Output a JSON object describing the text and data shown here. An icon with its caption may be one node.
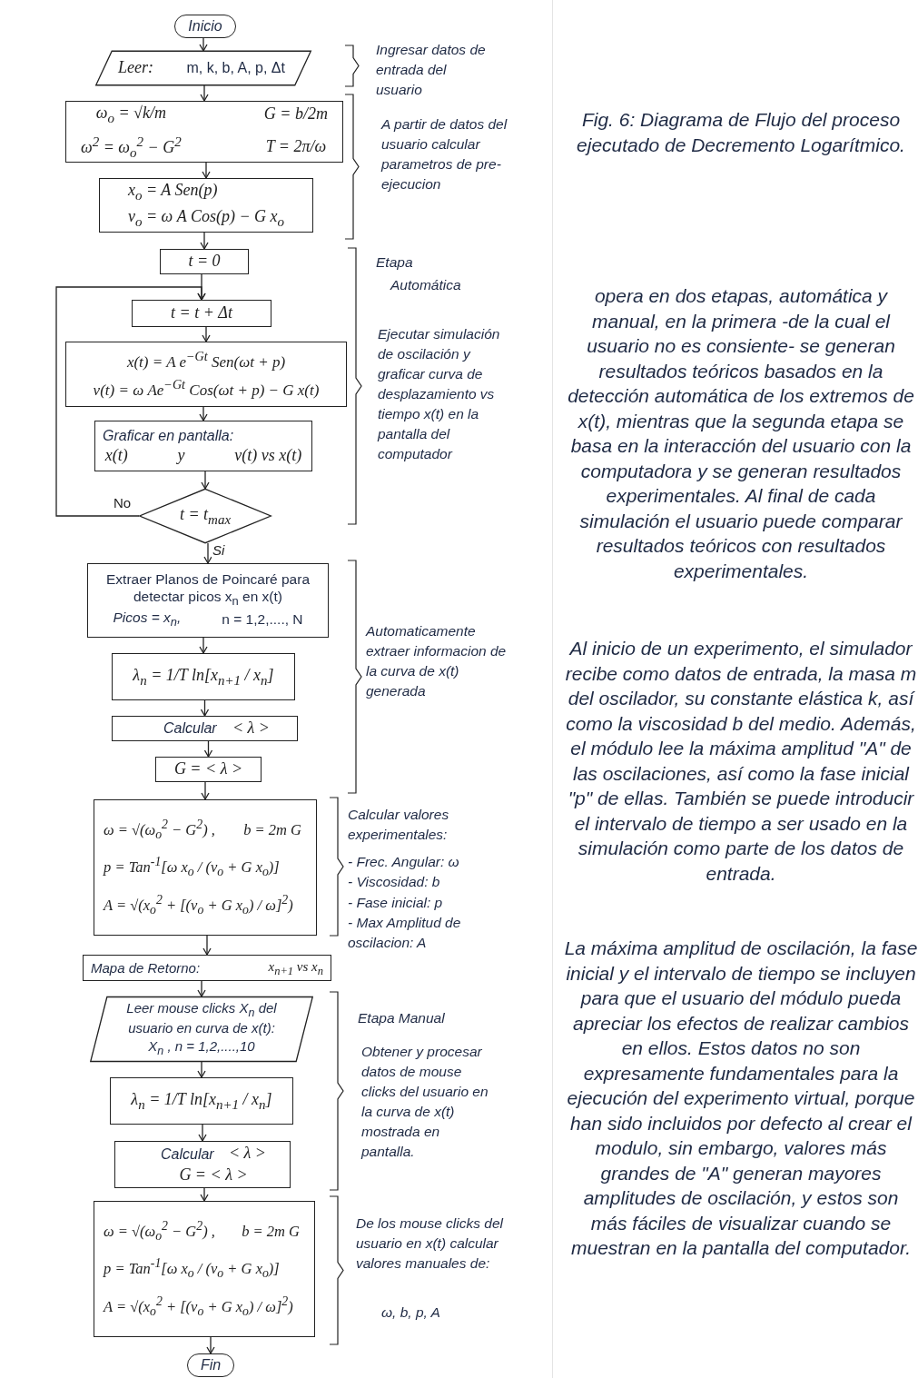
{
  "diagram": {
    "caption": "Fig. 6:  Diagrama de Flujo del proceso ejecutado de Decremento Logarítmico.",
    "nodes": [
      {
        "text": [
          "Inicio"
        ]
      },
      {
        "text": [
          "Leer:",
          "m, k, b, A, p, Δt"
        ]
      },
      {
        "text": [
          "ω$_{o}$ = √k/m",
          "G = b/2m",
          "ω$^{2}$ = ω$_{o}$$^{2}$ − G$^{2}$",
          "T = 2π/ω"
        ]
      },
      {
        "text": [
          "x$_{o}$ = A Sen(p)",
          "v$_{o}$ = ω A Cos(p) − G x$_{o}$"
        ]
      },
      {
        "text": [
          "t = 0"
        ]
      },
      {
        "text": [
          "t = t + Δt"
        ]
      },
      {
        "text": [
          "x(t) = A e$^{−Gt}$ Sen(ωt + p)",
          "v(t) = ω Ae$^{−Gt}$ Cos(ωt + p) − G x(t)"
        ]
      },
      {
        "text": [
          "Graficar en pantalla:",
          "x(t)",
          "y",
          "v(t) vs x(t)"
        ]
      },
      {
        "text": [
          "t = t$_{max}$"
        ]
      },
      {
        "text": [
          "Extraer Planos de Poincaré para detectar picos x$_{n}$ en x(t)",
          "Picos = x$_{n}$,",
          "n = 1,2,...., N"
        ]
      },
      {
        "text": [
          "λ$_{n}$ = 1/T ln[x$_{n+1}$ / x$_{n}$]"
        ]
      },
      {
        "text": [
          "Calcular",
          "< λ >"
        ]
      },
      {
        "text": [
          "G = < λ >"
        ]
      },
      {
        "text": [
          "ω = √(ω$_{o}$$^{2}$ − G$^{2}$) ,",
          "b = 2m G",
          "p = Tan$^{-1}$[ω x$_{o}$ / (v$_{o}$ + G x$_{o}$)]",
          "A = √(x$_{o}$$^{2}$ + [(v$_{o}$ + G x$_{o}$) / ω]$^{2}$)"
        ]
      },
      {
        "text": [
          "Mapa de Retorno:",
          "x$_{n+1}$ vs x$_{n}$"
        ]
      },
      {
        "text": [
          "Leer mouse clicks X$_{n}$ del usuario en curva de x(t):",
          "X$_{n}$ ,  n = 1,2,....,10"
        ]
      },
      {
        "text": [
          "λ$_{n}$ = 1/T ln[x$_{n+1}$ / x$_{n}$]"
        ]
      },
      {
        "text": [
          "Calcular",
          "< λ >",
          "G = < λ >"
        ]
      },
      {
        "text": [
          "ω = √(ω$_{o}$$^{2}$ − G$^{2}$) ,",
          "b = 2m G",
          "p = Tan$^{-1}$[ω x$_{o}$ / (v$_{o}$ + G x$_{o}$)]",
          "A = √(x$_{o}$$^{2}$ + [(v$_{o}$ + G x$_{o}$) / ω]$^{2}$)"
        ]
      },
      {
        "text": [
          "Fin"
        ]
      }
    ],
    "edges": [
      {
        "from": 0,
        "to": 1,
        "arrow": "to"
      },
      {
        "from": 1,
        "to": 2,
        "arrow": "to"
      },
      {
        "from": 2,
        "to": 3,
        "arrow": "to"
      },
      {
        "from": 3,
        "to": 4,
        "arrow": "to"
      },
      {
        "from": 4,
        "to": 5,
        "arrow": "to"
      },
      {
        "from": 5,
        "to": 6,
        "arrow": "to"
      },
      {
        "from": 6,
        "to": 7,
        "arrow": "to"
      },
      {
        "from": 7,
        "to": 8,
        "arrow": "to"
      },
      {
        "from": 8,
        "to": 5,
        "arrow": "to",
        "label": "No"
      },
      {
        "from": 8,
        "to": 9,
        "arrow": "to",
        "label": "Si"
      },
      {
        "from": 9,
        "to": 10,
        "arrow": "to"
      },
      {
        "from": 10,
        "to": 11,
        "arrow": "to"
      },
      {
        "from": 11,
        "to": 12,
        "arrow": "to"
      },
      {
        "from": 12,
        "to": 13,
        "arrow": "to"
      },
      {
        "from": 13,
        "to": 14,
        "arrow": "to"
      },
      {
        "from": 14,
        "to": 15,
        "arrow": "to"
      },
      {
        "from": 15,
        "to": 16,
        "arrow": "to"
      },
      {
        "from": 16,
        "to": 17,
        "arrow": "to"
      },
      {
        "from": 17,
        "to": 18,
        "arrow": "to"
      },
      {
        "from": 18,
        "to": 19,
        "arrow": "to"
      }
    ],
    "labels": [
      "Ingresar datos de entrada del usuario",
      "A partir de datos del usuario calcular parametros de pre-ejecucion",
      "Etapa",
      "Automática",
      "Ejecutar simulación de oscilación y graficar curva de desplazamiento vs tiempo x(t) en la pantalla del computador",
      "Automaticamente extraer informacion de la curva de x(t) generada",
      "Calcular valores experimentales:",
      "- Frec. Angular: ω",
      "- Viscosidad:  b",
      "- Fase inicial:  p",
      "- Max Amplitud de oscilacion: A",
      "Etapa Manual",
      "Obtener y procesar datos de mouse clicks del usuario en la curva de x(t) mostrada en pantalla.",
      "De los mouse clicks del usuario en x(t) calcular valores manuales de:",
      "ω,  b,  p,  A",
      "opera en dos etapas, automática y manual, en la primera -de la cual el usuario no es consiente- se generan resultados teóricos basados en la detección automática de los extremos de x(t), mientras que la segunda etapa se basa en la interacción del usuario con la computadora y se generan resultados experimentales. Al final de cada simulación el usuario puede comparar resultados teóricos con resultados experimentales.",
      "Al inicio de un experimento, el simulador recibe como datos de entrada, la masa m del oscilador, su constante elástica k, así como la viscosidad b del medio.  Además, el módulo lee la máxima amplitud \"A\" de las oscilaciones, así como la fase inicial \"p\" de ellas. También se puede introducir el intervalo de tiempo a ser usado en la simulación como parte de los datos de entrada.",
      "La máxima amplitud de oscilación, la fase inicial y el intervalo de tiempo se incluyen para que el usuario del módulo pueda apreciar los efectos de realizar cambios en ellos. Estos datos no son expresamente fundamentales para la ejecución del experimento virtual, porque han sido incluidos por defecto al crear el modulo, sin embargo, valores más grandes de \"A\" generan mayores amplitudes de oscilación, y estos son más fáciles de visualizar cuando se muestran en la pantalla del computador."
    ]
  }
}
